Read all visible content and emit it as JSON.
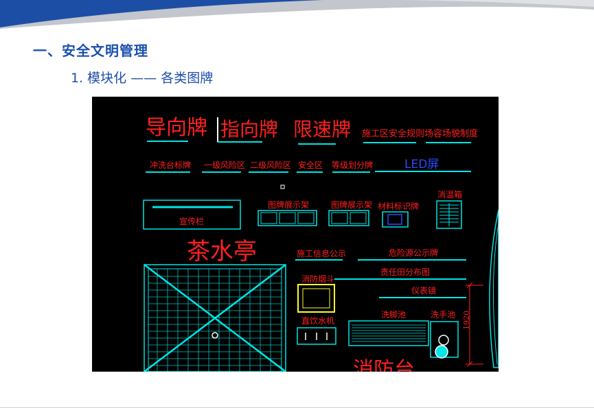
{
  "slide": {
    "title": "一、安全文明管理",
    "subtitle": "1.  模块化 —— 各类图牌"
  },
  "drawing": {
    "labels": {
      "guide_sign": "导向牌",
      "pointer_sign": "指向牌",
      "speed_limit_sign": "限速牌",
      "site_safety_rules": "施工区安全规则",
      "site_appearance_rules": "场容场貌制度",
      "wash_table_sign": "冲洗台标牌",
      "level1_risk_zone": "一级风险区",
      "level2_risk_zone": "二级风险区",
      "safe_zone": "安全区",
      "level_division_sign": "等级划分牌",
      "led_screen": "LED屏",
      "sign_display_rack_1": "图牌展示架",
      "sign_display_rack_2": "图牌展示架",
      "material_id_sign": "材料标识牌",
      "extinguisher_box": "消温箱",
      "publicity_board": "宣传栏",
      "tea_pavilion": "茶水亭",
      "construction_info_notice": "施工信息公示",
      "hazard_source_notice": "危险源公示牌",
      "fire_smoking_point": "消防烟斗",
      "responsibility_map": "责任田分布图",
      "mirror": "仪表镜",
      "water_dispenser": "直饮水机",
      "foot_wash_pool": "洗脚池",
      "hand_wash_pool": "洗手池",
      "fire_station": "消防台",
      "dimension_1920": "1920"
    },
    "colors": {
      "text": "#ff2020",
      "line": "#00e5e5",
      "white": "#ffffff",
      "yellow": "#ffff30",
      "blue": "#2a4bff",
      "background": "#000000"
    }
  },
  "theme": {
    "title_color": "#1a4fae",
    "band_blue": "#1c4ea6",
    "band_gray": "#c3c6cc"
  }
}
